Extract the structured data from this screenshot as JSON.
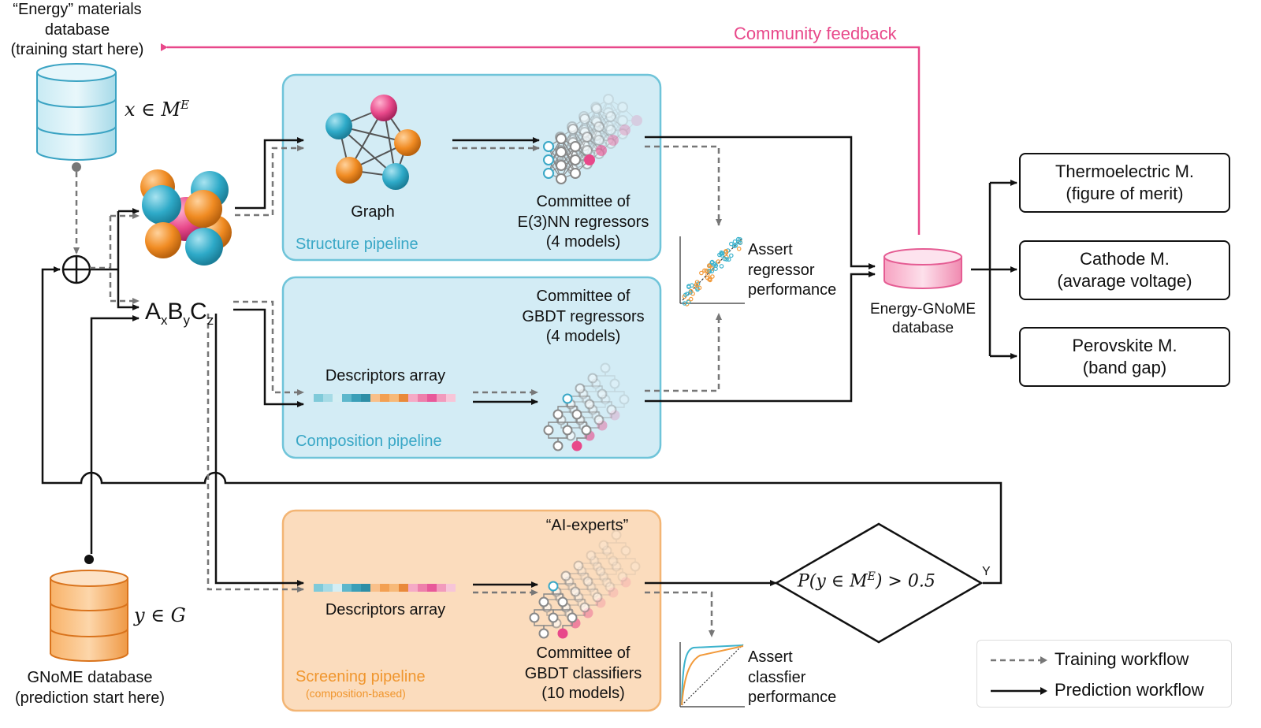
{
  "top_db": {
    "title_line1": "“Energy” materials",
    "title_line2": "database",
    "title_line3": "(training start here)",
    "math": "x ∈ M",
    "math_sup": "E"
  },
  "community_feedback": "Community feedback",
  "structure_pipeline": {
    "label": "Structure pipeline",
    "graph_label": "Graph",
    "committee_line1": "Committee of",
    "committee_line2": "E(3)NN regressors",
    "committee_line3": "(4 models)"
  },
  "composition_pipeline": {
    "label": "Composition pipeline",
    "descriptors_label": "Descriptors array",
    "committee_line1": "Committee of",
    "committee_line2": "GBDT regressors",
    "committee_line3": "(4 models)"
  },
  "formula": {
    "A": "A",
    "x": "x",
    "B": "B",
    "y": "y",
    "C": "C",
    "z": "z"
  },
  "assert_regressor": {
    "line1": "Assert",
    "line2": "regressor",
    "line3": "performance"
  },
  "energy_gnome_db": {
    "line1": "Energy-GNoME",
    "line2": "database"
  },
  "outputs": [
    {
      "line1": "Thermoelectric M.",
      "line2": "(figure of merit)"
    },
    {
      "line1": "Cathode M.",
      "line2": "(avarage voltage)"
    },
    {
      "line1": "Perovskite M.",
      "line2": "(band gap)"
    }
  ],
  "screening_pipeline": {
    "label": "Screening pipeline",
    "sublabel": "(composition-based)",
    "ai_experts": "“AI-experts”",
    "descriptors_label": "Descriptors array",
    "committee_line1": "Committee of",
    "committee_line2": "GBDT classifiers",
    "committee_line3": "(10 models)"
  },
  "decision": {
    "math": "P(y ∈ M",
    "math_sup": "E",
    "math_tail": ") > 0.5",
    "yes_label": "Y"
  },
  "assert_classifier": {
    "line1": "Assert",
    "line2": "classfier",
    "line3": "performance"
  },
  "bottom_db": {
    "math": "y ∈ G",
    "line1": "GNoME database",
    "line2": "(prediction start here)"
  },
  "legend": {
    "training": "Training workflow",
    "prediction": "Prediction workflow"
  },
  "colors": {
    "pink": "#e8488a",
    "blue_panel": "#d3ecf5",
    "blue_border": "#6fc4d9",
    "orange_panel": "#fbdcbd",
    "orange_border": "#f3b574",
    "teal": "#3db3cd",
    "orange": "#f29a3b",
    "grey_dash": "#777777"
  }
}
